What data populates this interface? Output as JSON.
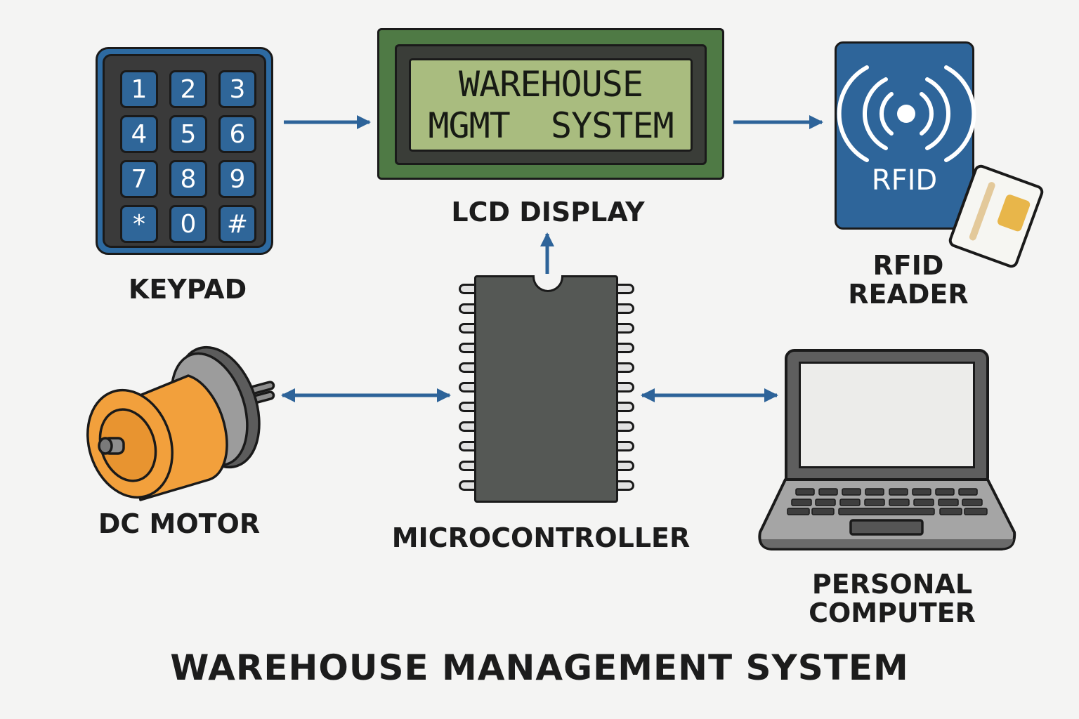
{
  "title": "WAREHOUSE MANAGEMENT SYSTEM",
  "colors": {
    "arrow": "#2d6399",
    "background": "#f4f4f3",
    "outline": "#1a1a1a",
    "keypad_key": "#2f6699",
    "lcd_screen": "#a9bc7f",
    "lcd_body": "#4f7a45",
    "rfid_body": "#2e659a",
    "motor_body": "#f2a03c",
    "chip_body": "#555855"
  },
  "components": {
    "keypad": {
      "label": "KEYPAD",
      "keys": [
        "1",
        "2",
        "3",
        "4",
        "5",
        "6",
        "7",
        "8",
        "9",
        "*",
        "0",
        "#"
      ]
    },
    "lcd": {
      "label": "LCD DISPLAY",
      "screen_lines": [
        "WAREHOUSE",
        "MGMT  SYSTEM"
      ]
    },
    "rfid": {
      "label_line1": "RFID",
      "label_line2": "READER",
      "device_text": "RFID"
    },
    "microcontroller": {
      "label": "MICROCONTROLLER",
      "pins_per_side": 11
    },
    "motor": {
      "label": "DC MOTOR"
    },
    "pc": {
      "label_line1": "PERSONAL",
      "label_line2": "COMPUTER"
    }
  },
  "connections": [
    {
      "from": "keypad",
      "to": "lcd",
      "direction": "one-way"
    },
    {
      "from": "lcd",
      "to": "rfid",
      "direction": "one-way"
    },
    {
      "from": "microcontroller",
      "to": "lcd",
      "direction": "one-way"
    },
    {
      "from": "motor",
      "to": "microcontroller",
      "direction": "bidirectional"
    },
    {
      "from": "microcontroller",
      "to": "pc",
      "direction": "bidirectional"
    }
  ]
}
